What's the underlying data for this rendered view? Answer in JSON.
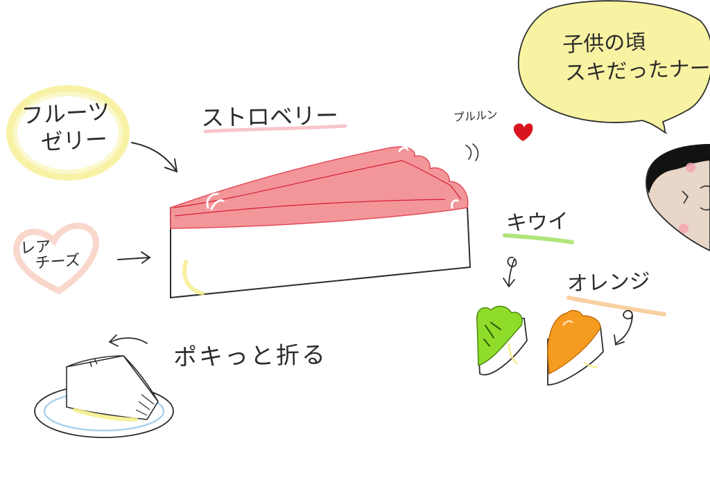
{
  "labels": {
    "fruit_jelly": [
      "フルーツ",
      "ゼリー"
    ],
    "rare_cheese": [
      "レア",
      "チーズ"
    ],
    "strawberry": "ストロベリー",
    "pururun": "プルルン",
    "kiwi": "キウイ",
    "orange": "オレンジ",
    "snap_break": "ポキっと折る",
    "speech_bubble": [
      "子供の頃",
      "スキだったナー"
    ]
  },
  "colors": {
    "jelly_highlight": "#f6ee8a",
    "cheese_highlight": "#f7c6b6",
    "strawberry_jelly": "#f3969a",
    "strawberry_underline": "#f6b8bf",
    "kiwi": "#8fdc2a",
    "orange": "#f59c20",
    "speech_bubble": "#f8f3a2",
    "heart": "#d8141f",
    "plate_ring": "#a9d2ee",
    "cheese_shine": "#f6ee8a"
  },
  "icons": [
    "heart-icon",
    "arrow-icon",
    "speech-bubble",
    "face-sketch"
  ]
}
